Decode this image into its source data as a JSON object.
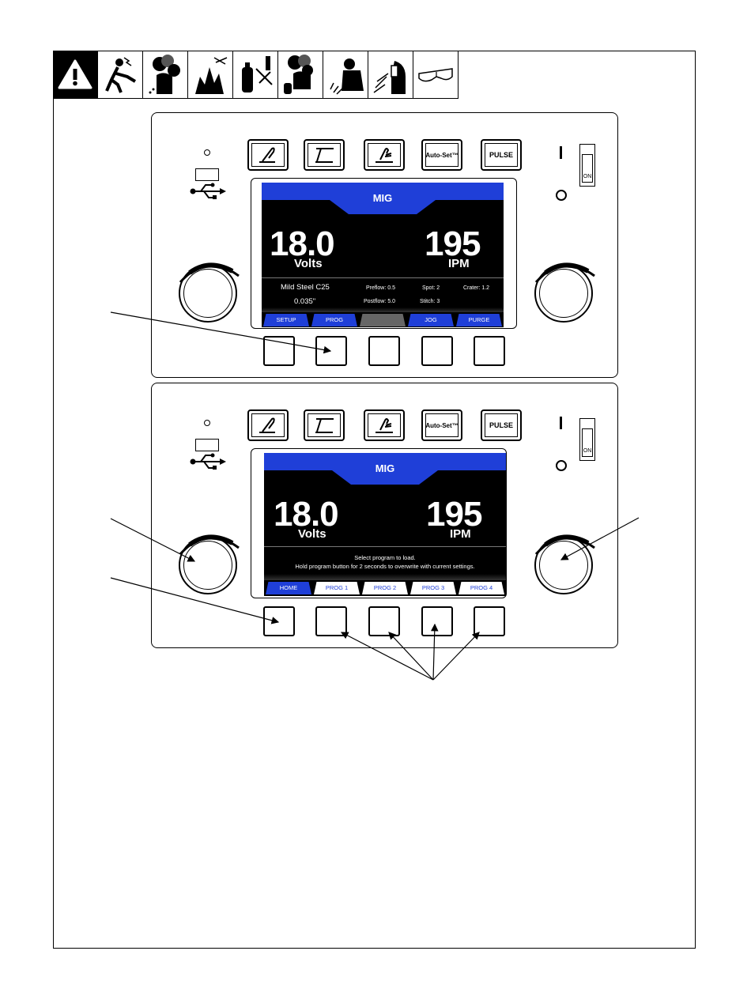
{
  "top_panel": {
    "buttons": [
      "",
      "",
      "",
      "Auto-Set™",
      "PULSE"
    ],
    "switch_label": "ON",
    "screen": {
      "title": "MIG",
      "voltage": "18.0",
      "voltage_unit": "Volts",
      "speed": "195",
      "speed_unit": "IPM",
      "material": "Mild Steel C25",
      "wire": "0.035\"",
      "preflow": "Preflow: 0.5",
      "postflow": "Postflow: 5.0",
      "spot": "Spot:  2",
      "stitch": "Stitch:  3",
      "crater": "Crater: 1.2",
      "tabs": [
        "SETUP",
        "PROG",
        "",
        "JOG",
        "PURGE"
      ]
    }
  },
  "bottom_panel": {
    "buttons": [
      "",
      "",
      "",
      "Auto-Set™",
      "PULSE"
    ],
    "switch_label": "ON",
    "screen": {
      "title": "MIG",
      "voltage": "18.0",
      "voltage_unit": "Volts",
      "speed": "195",
      "speed_unit": "IPM",
      "message_line1": "Select program to load.",
      "message_line2": "Hold program button for 2 seconds to overwrite with current settings.",
      "tabs": [
        "HOME",
        "PROG 1",
        "PROG 2",
        "PROG 3",
        "PROG 4"
      ]
    }
  },
  "colors": {
    "screen_blue": "#1f3fd8",
    "tab_white": "#ffffff",
    "screen_black": "#000000"
  },
  "hazard_icons": [
    "warning-triangle-icon",
    "electric-shock-icon",
    "fumes-icon",
    "fire-explosion-icon",
    "cylinder-icon",
    "fumes-icon",
    "noise-icon",
    "arc-rays-icon",
    "safety-glasses-icon"
  ]
}
